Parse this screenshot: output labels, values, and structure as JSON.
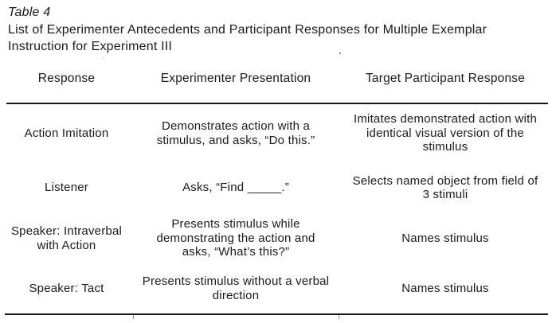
{
  "meta": {
    "label": "Table 4",
    "title": "List of Experimenter Antecedents and Participant Responses for Multiple Exemplar\nInstruction for Experiment III"
  },
  "table": {
    "columns": [
      "Response",
      "Experimenter Presentation",
      "Target Participant Response"
    ],
    "rows": [
      {
        "response": "Action Imitation",
        "presentation": "Demonstrates action with a\nstimulus, and asks, “Do this.”",
        "target": "Imitates demonstrated action with\nidentical visual version of the\nstimulus"
      },
      {
        "response": "Listener",
        "presentation": "Asks, “Find _____.”",
        "target": "Selects named object from field of\n3 stimuli"
      },
      {
        "response": "Speaker: Intraverbal\nwith Action",
        "presentation": "Presents stimulus while\ndemonstrating the action and\nasks, “What’s this?”",
        "target": "Names stimulus"
      },
      {
        "response": "Speaker: Tact",
        "presentation": "Presents stimulus without a verbal\ndirection",
        "target": "Names stimulus"
      }
    ]
  },
  "colors": {
    "text": "#1a1a1a",
    "rule": "#181818",
    "tick": "#8a8a8a",
    "background": "#ffffff"
  }
}
